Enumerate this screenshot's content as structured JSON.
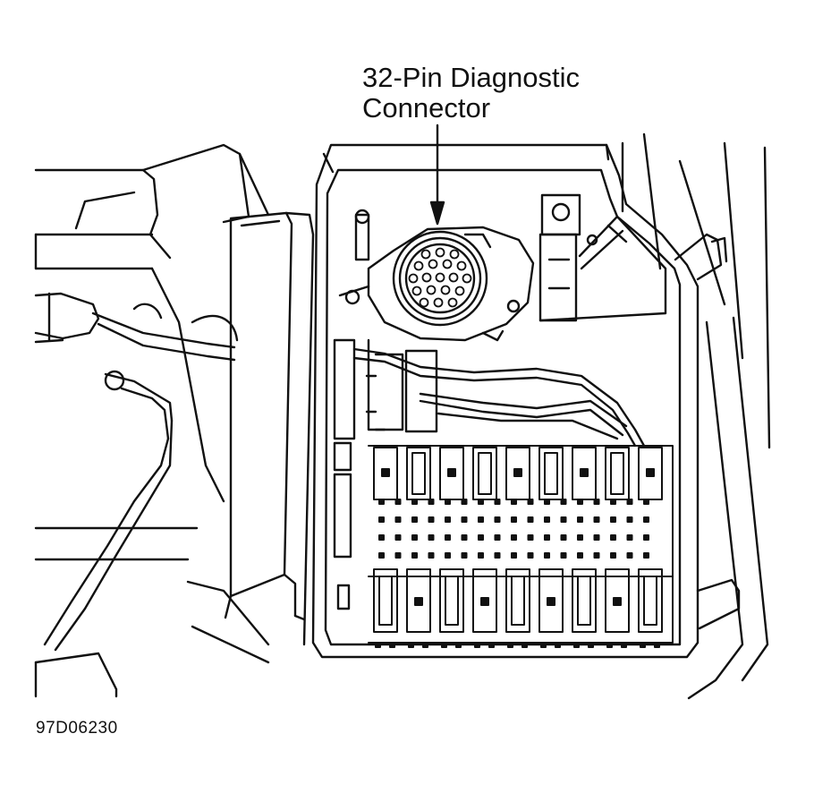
{
  "callout": {
    "line1": "32-Pin Diagnostic",
    "line2": "Connector"
  },
  "figure_id": "97D06230",
  "colors": {
    "ink": "#111111",
    "paper": "#ffffff"
  }
}
